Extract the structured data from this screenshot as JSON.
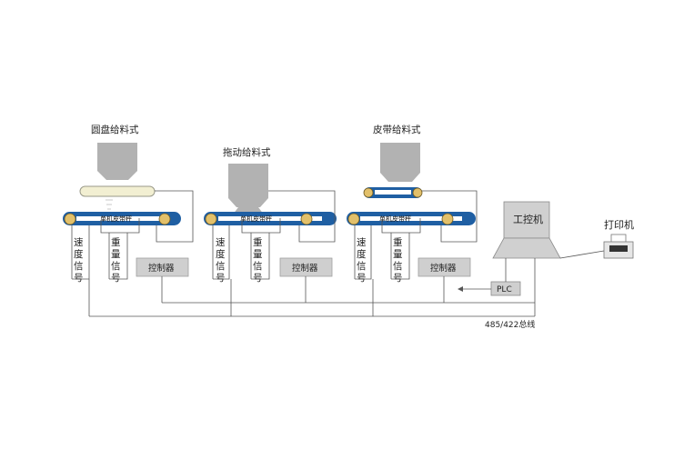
{
  "sections": [
    {
      "feeder_label": "圆盘给料式",
      "belt_label": "单机皮带秤",
      "speed_signal": [
        "速",
        "度",
        "信",
        "号"
      ],
      "weight_signal": [
        "重",
        "量",
        "信",
        "号"
      ],
      "controller_label": "控制器"
    },
    {
      "feeder_label": "拖动给料式",
      "belt_label": "单机皮带秤",
      "speed_signal": [
        "速",
        "度",
        "信",
        "号"
      ],
      "weight_signal": [
        "重",
        "量",
        "信",
        "号"
      ],
      "controller_label": "控制器"
    },
    {
      "feeder_label": "皮带给料式",
      "belt_label": "单机皮带秤",
      "speed_signal": [
        "速",
        "度",
        "信",
        "号"
      ],
      "weight_signal": [
        "重",
        "量",
        "信",
        "号"
      ],
      "controller_label": "控制器"
    }
  ],
  "ipc_label": "工控机",
  "printer_label": "打印机",
  "plc_label": "PLC",
  "bus_label": "485/422总线",
  "colors": {
    "belt": "#1f5fa3",
    "hopper": "#b2b2b2",
    "controller_box": "#cfcfcf",
    "line": "#555555",
    "roller": "#e2c06a"
  }
}
